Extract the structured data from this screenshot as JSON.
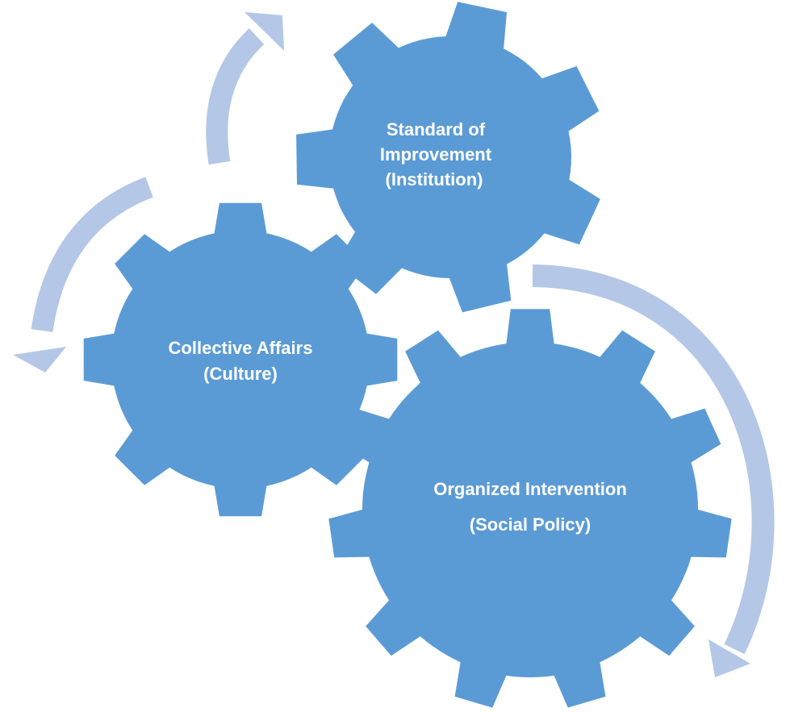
{
  "colors": {
    "gear": "#5b9bd5",
    "arrow": "#b4c7e7",
    "background": "#ffffff"
  },
  "gears": {
    "top": {
      "line1": "Standard of",
      "line2": "Improvement",
      "line3": "(Institution)"
    },
    "left": {
      "line1": "Collective Affairs",
      "line2": "(Culture)"
    },
    "big": {
      "line1": "Organized Intervention",
      "line2": "(Social Policy)"
    }
  }
}
